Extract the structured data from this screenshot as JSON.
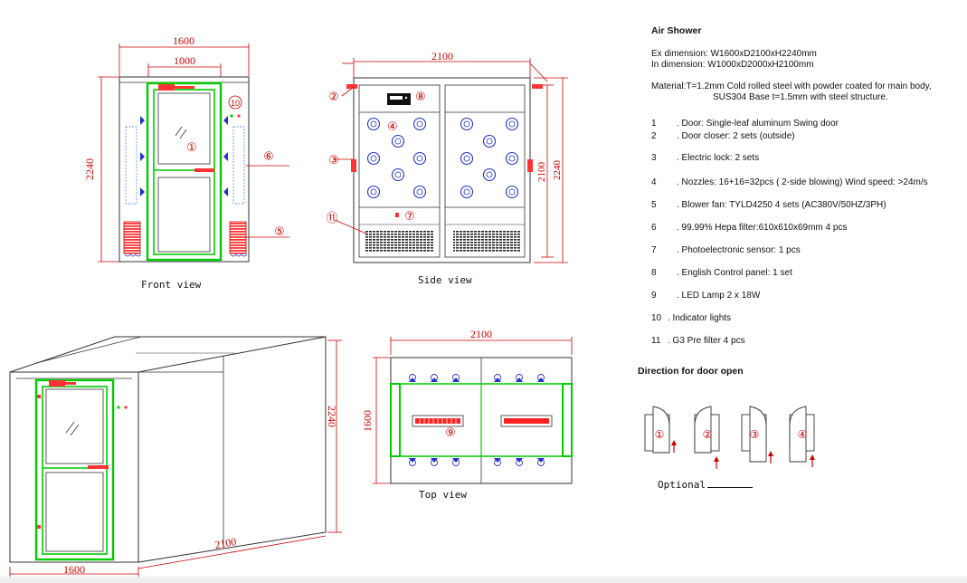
{
  "spec": {
    "title": "Air Shower",
    "ex_dimension": "Ex dimension: W1600xD2100xH2240mm",
    "in_dimension": "In dimension: W1000xD2000xH2100mm",
    "material_1": "Material:T=1.2mm Cold rolled steel with powder coated for main body,",
    "material_2": "SUS304 Base t=1.5mm with steel structure.",
    "items": [
      {
        "num": "1",
        "text": ".  Door: Single-leaf aluminum Swing door"
      },
      {
        "num": "2",
        "text": ".  Door closer: 2 sets (outside)"
      },
      {
        "num": "3",
        "text": ".  Electric lock: 2 sets"
      },
      {
        "num": "4",
        "text": ".  Nozzles: 16+16=32pcs ( 2-side blowing)  Wind speed: >24m/s"
      },
      {
        "num": "5",
        "text": ".  Blower fan: TYLD4250    4 sets   (AC380V/50HZ/3PH)"
      },
      {
        "num": "6",
        "text": ".  99.99% Hepa filter:610x610x69mm 4 pcs"
      },
      {
        "num": "7",
        "text": ".  Photoelectronic sensor: 1 pcs"
      },
      {
        "num": "8",
        "text": ".  English Control  panel: 1 set"
      },
      {
        "num": "9",
        "text": ".  LED Lamp  2 x 18W"
      },
      {
        "num": "10",
        "text": ". Indicator lights"
      },
      {
        "num": "11",
        "text": ". G3 Pre filter  4 pcs"
      }
    ]
  },
  "direction": {
    "title": "Direction for door open",
    "options": [
      "①",
      "②",
      "③",
      "④"
    ],
    "optional_label": "Optional"
  },
  "views": {
    "front": "Front view",
    "side": "Side view",
    "top": "Top view"
  },
  "dimensions": {
    "front_width": "1600",
    "front_inner": "1000",
    "front_height": "2240",
    "side_depth": "2100",
    "side_inner_height": "2100",
    "side_height": "2240",
    "top_depth": "2100",
    "top_width": "1600",
    "iso_height": "2240",
    "iso_depth": "2100",
    "iso_width": "1600"
  },
  "callouts": {
    "c1": "①",
    "c2": "②",
    "c3": "③",
    "c4": "④",
    "c5": "⑤",
    "c6": "⑥",
    "c7": "⑦",
    "c8": "⑧",
    "c9": "⑨",
    "c10": "10",
    "c11": "⑪"
  },
  "colors": {
    "line": "#333333",
    "dimension": "#cc0000",
    "door": "#00cc00",
    "nozzle": "#2233cc",
    "accent": "#ff2222",
    "hepa": "#3366cc"
  }
}
